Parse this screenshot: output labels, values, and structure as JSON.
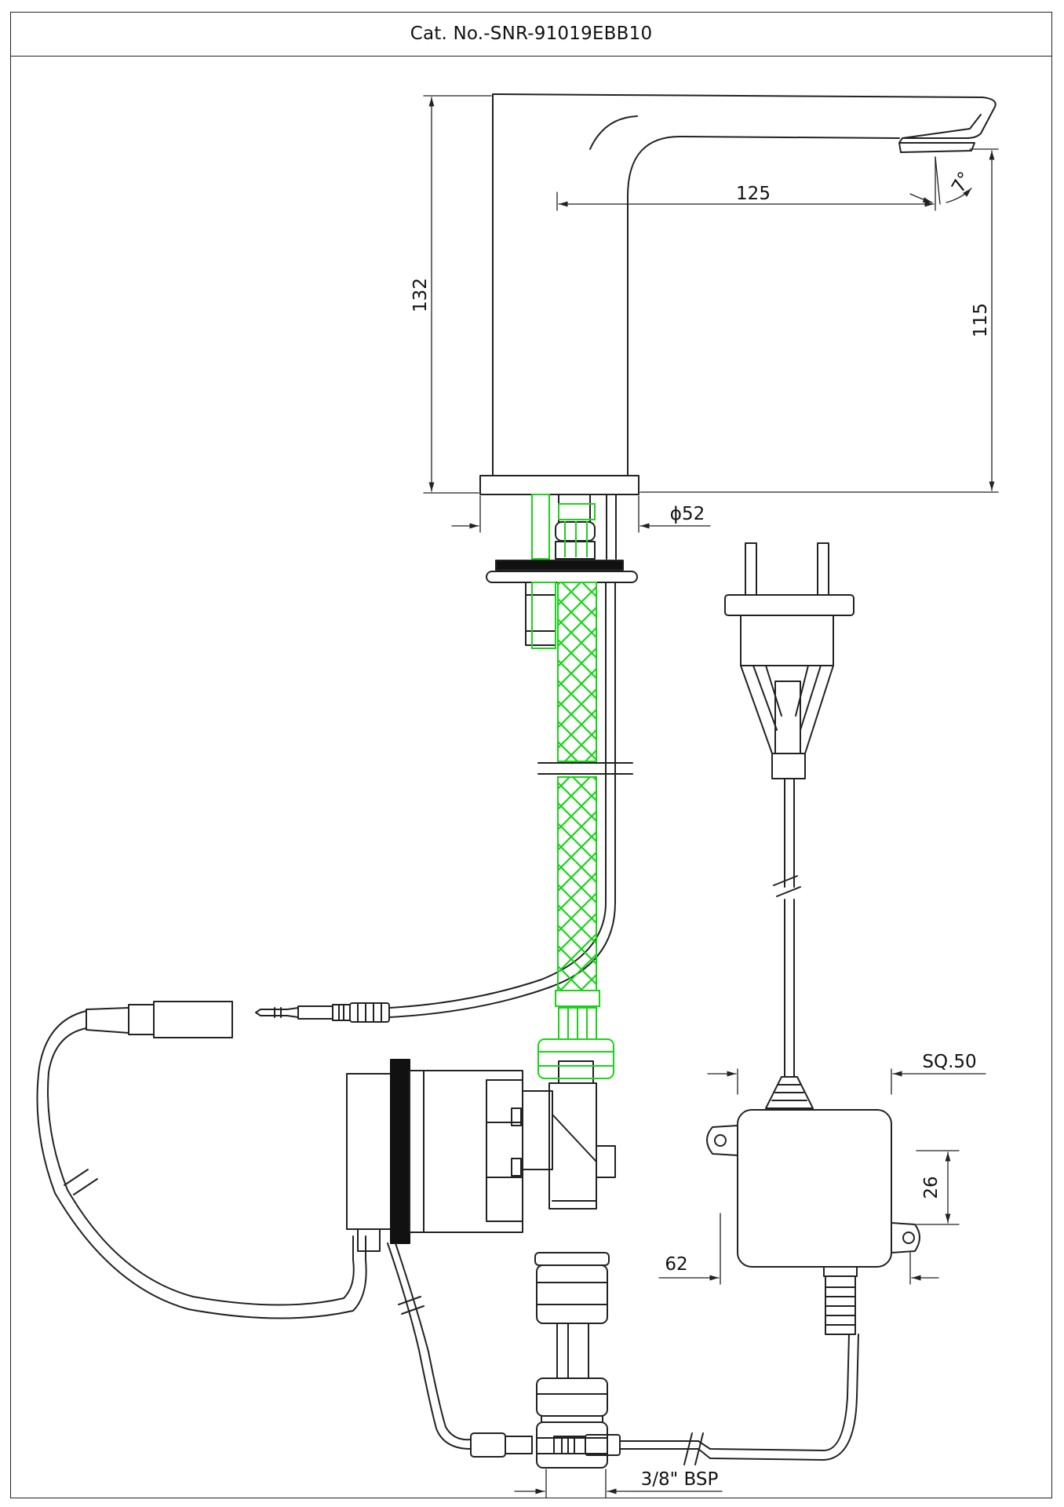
{
  "header": {
    "title": "Cat. No.-SNR-91019EBB10"
  },
  "dimensions": {
    "overall_height": "132",
    "spout_reach": "125",
    "spout_angle": "7°",
    "spout_height": "115",
    "base_diameter": "ϕ52",
    "control_box_width": "SQ.50",
    "control_box_depth": "26",
    "control_box_height": "62",
    "inlet_thread": "3/8\" BSP"
  },
  "colors": {
    "line": "#222222",
    "hose": "#19d419",
    "background": "#ffffff"
  }
}
